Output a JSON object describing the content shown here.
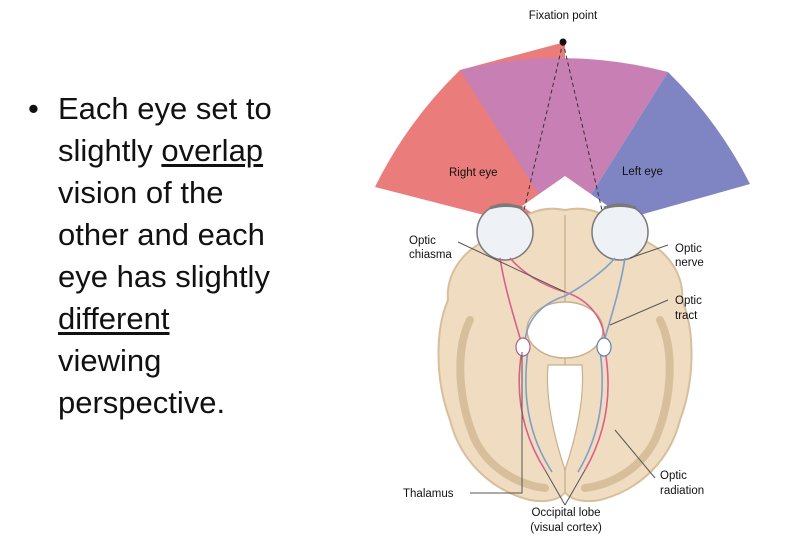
{
  "bullet": {
    "symbol": "•",
    "segments": {
      "l1": "Each eye set to",
      "l2a": "slightly ",
      "l2b": "overlap",
      "l3": "vision of the",
      "l4": "other and each",
      "l5": "eye has slightly",
      "l6": "different",
      "l7": "viewing",
      "l8": "perspective."
    }
  },
  "diagram": {
    "labels": {
      "fixation_point": "Fixation point",
      "right_eye": "Right eye",
      "left_eye": "Left eye",
      "optic_chiasma_1": "Optic",
      "optic_chiasma_2": "chiasma",
      "optic_nerve_1": "Optic",
      "optic_nerve_2": "nerve",
      "optic_tract_1": "Optic",
      "optic_tract_2": "tract",
      "optic_radiation_1": "Optic",
      "optic_radiation_2": "radiation",
      "thalamus": "Thalamus",
      "occipital_lobe_1": "Occipital lobe",
      "occipital_lobe_2": "(visual cortex)"
    },
    "colors": {
      "right_field": "#ea7c7c",
      "overlap_field": "#c880b4",
      "left_field": "#7f84c2",
      "brain": "#f0dcc0",
      "brain_outline": "#d8bf9c",
      "right_pathway": "#d9608a",
      "left_pathway": "#7f9fc6"
    }
  }
}
